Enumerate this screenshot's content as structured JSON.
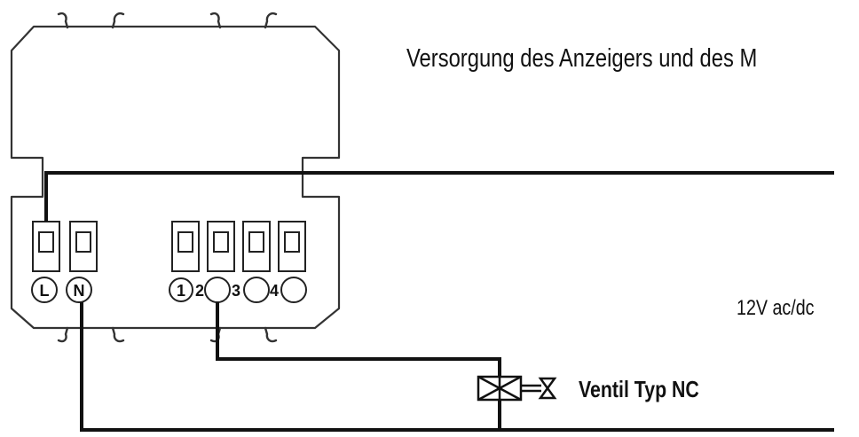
{
  "title": "Versorgung des Anzeigers und des M",
  "voltage": "12V ac/dc",
  "valve": "Ventil Typ NC",
  "terminals": [
    "L",
    "N",
    "1",
    "2",
    "3",
    "4"
  ]
}
